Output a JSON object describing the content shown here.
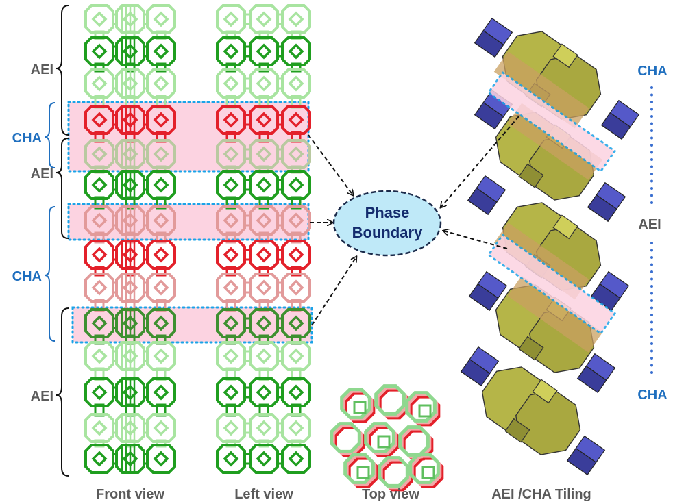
{
  "colors": {
    "aei_label": "#5a5a5a",
    "cha_label": "#1f6fbf",
    "boundary_band": "#fcd3e1",
    "boundary_border": "#1aa3e8",
    "ellipse_fill": "#bfe9f8",
    "ellipse_stroke": "#1b2a4a",
    "ellipse_text": "#142c6e",
    "aei_dark": "#1e9e1e",
    "aei_light": "#9fe09f",
    "cha_red": "#e8202a",
    "cha_pink": "#e39a9a",
    "olive": "#b8b84a",
    "tan": "#c9a060",
    "cube": "#4b4fc0"
  },
  "left_brackets": [
    {
      "label": "AEI",
      "type": "aei"
    },
    {
      "label": "CHA",
      "type": "cha"
    },
    {
      "label": "AEI",
      "type": "aei"
    },
    {
      "label": "CHA",
      "type": "cha"
    },
    {
      "label": "AEI",
      "type": "aei"
    }
  ],
  "phase_boundary": {
    "line1": "Phase",
    "line2": "Boundary"
  },
  "right_axis": {
    "top": "CHA",
    "middle": "AEI",
    "bottom": "CHA"
  },
  "captions": {
    "front": "Front view",
    "left": "Left view",
    "top": "Top view",
    "tiling": "AEI /CHA Tiling"
  },
  "layers": [
    {
      "phase": "AEI",
      "shade": "light"
    },
    {
      "phase": "AEI",
      "shade": "dark"
    },
    {
      "phase": "AEI",
      "shade": "light"
    },
    {
      "phase": "CHA",
      "shade": "red"
    },
    {
      "phase": "AEI",
      "shade": "pale"
    },
    {
      "phase": "AEI",
      "shade": "dark"
    },
    {
      "phase": "CHA",
      "shade": "pink"
    },
    {
      "phase": "CHA",
      "shade": "red"
    },
    {
      "phase": "CHA",
      "shade": "pink"
    },
    {
      "phase": "AEI",
      "shade": "olive-dark"
    },
    {
      "phase": "AEI",
      "shade": "light"
    },
    {
      "phase": "AEI",
      "shade": "dark"
    },
    {
      "phase": "AEI",
      "shade": "light"
    },
    {
      "phase": "AEI",
      "shade": "dark"
    }
  ]
}
